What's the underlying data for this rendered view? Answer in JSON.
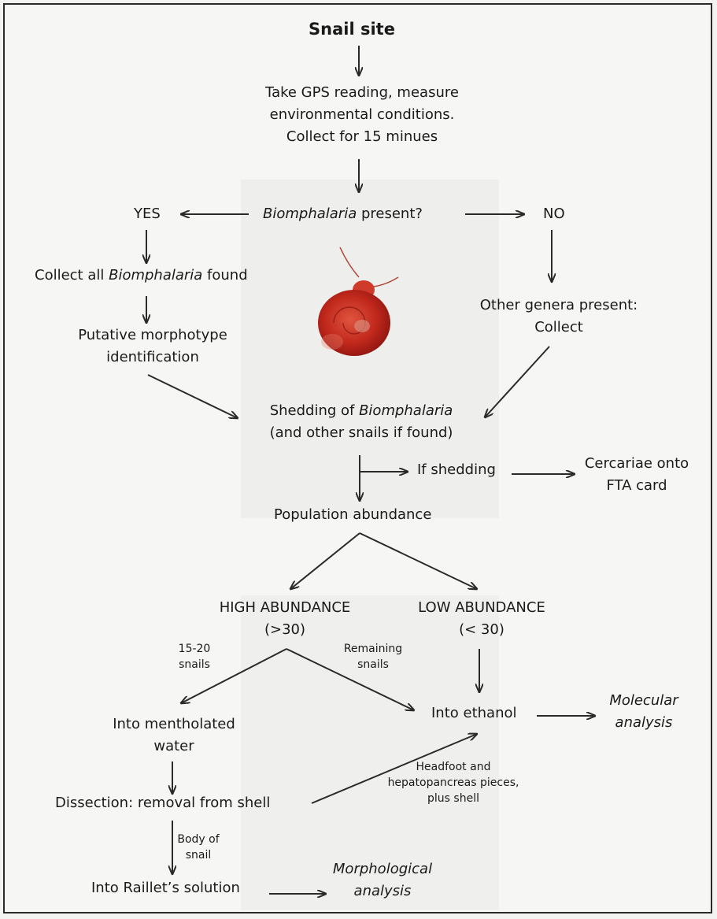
{
  "diagram": {
    "snail_site": "Snail site",
    "gps": [
      "Take GPS reading, measure",
      "environmental conditions.",
      "Collect for 15 minues"
    ],
    "yes": "YES",
    "biomphalaria_present": {
      "genus": "Biomphalaria",
      "rest": " present?"
    },
    "no": "NO",
    "collect_all": {
      "pre": "Collect all ",
      "genus": "Biomphalaria",
      "post": " found"
    },
    "other_genera": [
      "Other genera present:",
      "Collect"
    ],
    "putative": [
      "Putative morphotype",
      "identification"
    ],
    "shedding": {
      "pre": "Shedding of ",
      "genus": "Biomphalaria",
      "line2": "(and other snails if found)"
    },
    "if_shedding": "If shedding",
    "cercariae": [
      "Cercariae onto",
      "FTA card"
    ],
    "population": "Population abundance",
    "high": [
      "HIGH ABUNDANCE",
      "(>30)"
    ],
    "low": [
      "LOW ABUNDANCE",
      "(< 30)"
    ],
    "snails_1520": [
      "15-20",
      "snails"
    ],
    "remaining": [
      "Remaining",
      "snails"
    ],
    "into_ethanol": "Into ethanol",
    "molecular": [
      "Molecular",
      "analysis"
    ],
    "mentholated": [
      "Into mentholated",
      "water"
    ],
    "dissection": "Dissection: removal from shell",
    "headfoot": [
      "Headfoot and",
      "hepatopancreas pieces,",
      "plus shell"
    ],
    "body_of_snail": [
      "Body of",
      "snail"
    ],
    "raillet": "Into Raillet’s solution",
    "morphological": [
      "Morphological",
      "analysis"
    ]
  },
  "colors": {
    "arrow": "#2a2a2a",
    "snail": "#c0281c"
  }
}
